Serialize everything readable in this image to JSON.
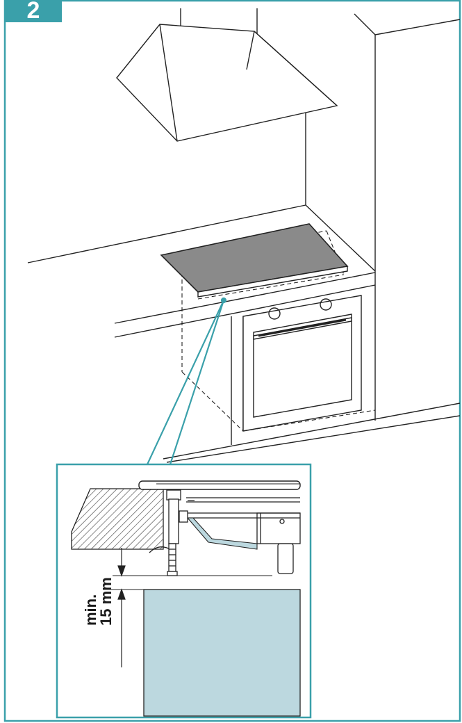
{
  "step": {
    "number": "2"
  },
  "detail": {
    "clearance_line1": "min.",
    "clearance_line2": "15 mm"
  },
  "colors": {
    "accent": "#3aa0aa",
    "hob_surface": "#8a8a8a",
    "panel_fill": "#bcd8df",
    "hatch": "#555555"
  },
  "icons": [
    "cooker-hood",
    "hob",
    "built-in-oven",
    "mounting-clamp-screw",
    "dimension-arrow"
  ]
}
